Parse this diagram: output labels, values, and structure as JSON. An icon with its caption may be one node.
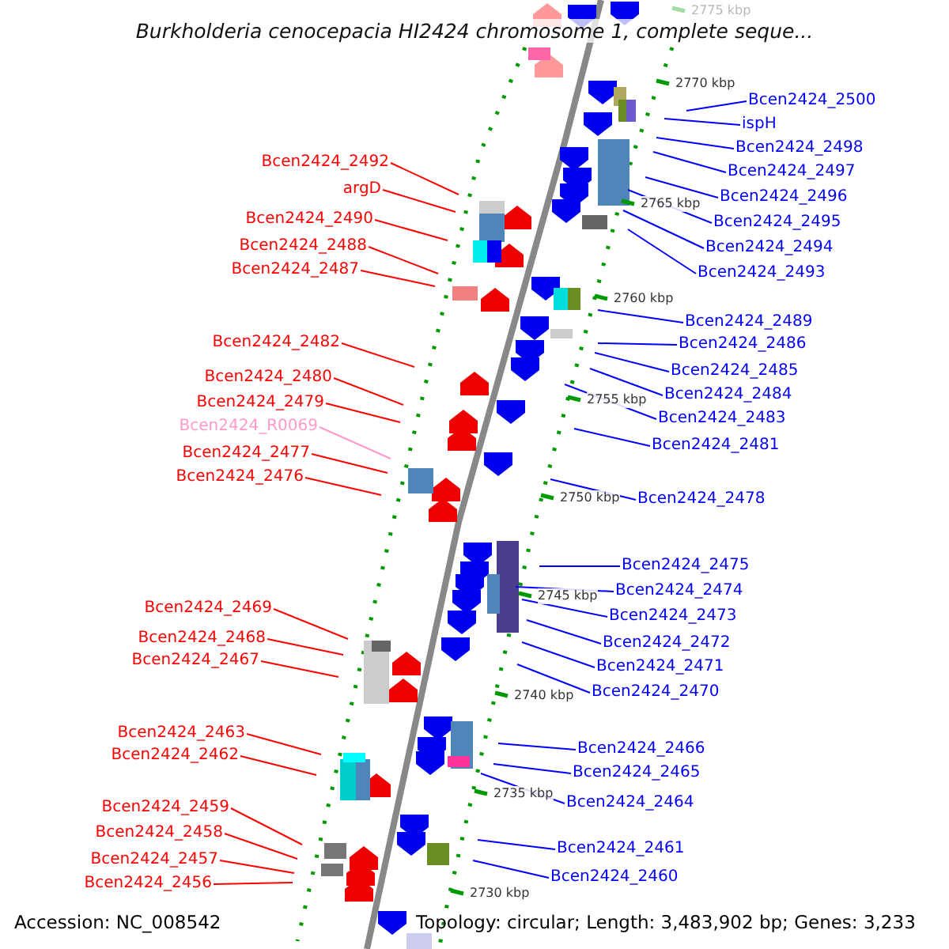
{
  "diagram": {
    "title": "Burkholderia cenocepacia HI2424 chromosome 1, complete seque...",
    "nodes": [
      {
        "text": [
          "Bcen2424_2492"
        ]
      },
      {
        "text": [
          "argD"
        ]
      },
      {
        "text": [
          "Bcen2424_2490"
        ]
      },
      {
        "text": [
          "Bcen2424_2488"
        ]
      },
      {
        "text": [
          "Bcen2424_2487"
        ]
      },
      {
        "text": [
          "Bcen2424_2482"
        ]
      },
      {
        "text": [
          "Bcen2424_2480"
        ]
      },
      {
        "text": [
          "Bcen2424_2479"
        ]
      },
      {
        "text": [
          "Bcen2424_R0069"
        ]
      },
      {
        "text": [
          "Bcen2424_2477"
        ]
      },
      {
        "text": [
          "Bcen2424_2476"
        ]
      },
      {
        "text": [
          "Bcen2424_2469"
        ]
      },
      {
        "text": [
          "Bcen2424_2468"
        ]
      },
      {
        "text": [
          "Bcen2424_2467"
        ]
      },
      {
        "text": [
          "Bcen2424_2463"
        ]
      },
      {
        "text": [
          "Bcen2424_2462"
        ]
      },
      {
        "text": [
          "Bcen2424_2459"
        ]
      },
      {
        "text": [
          "Bcen2424_2458"
        ]
      },
      {
        "text": [
          "Bcen2424_2457"
        ]
      },
      {
        "text": [
          "Bcen2424_2456"
        ]
      },
      {
        "text": [
          "Bcen2424_2500"
        ]
      },
      {
        "text": [
          "ispH"
        ]
      },
      {
        "text": [
          "Bcen2424_2498"
        ]
      },
      {
        "text": [
          "Bcen2424_2497"
        ]
      },
      {
        "text": [
          "Bcen2424_2496"
        ]
      },
      {
        "text": [
          "Bcen2424_2495"
        ]
      },
      {
        "text": [
          "Bcen2424_2494"
        ]
      },
      {
        "text": [
          "Bcen2424_2493"
        ]
      },
      {
        "text": [
          "Bcen2424_2489"
        ]
      },
      {
        "text": [
          "Bcen2424_2486"
        ]
      },
      {
        "text": [
          "Bcen2424_2485"
        ]
      },
      {
        "text": [
          "Bcen2424_2484"
        ]
      },
      {
        "text": [
          "Bcen2424_2483"
        ]
      },
      {
        "text": [
          "Bcen2424_2481"
        ]
      },
      {
        "text": [
          "Bcen2424_2478"
        ]
      },
      {
        "text": [
          "Bcen2424_2475"
        ]
      },
      {
        "text": [
          "Bcen2424_2474"
        ]
      },
      {
        "text": [
          "Bcen2424_2473"
        ]
      },
      {
        "text": [
          "Bcen2424_2472"
        ]
      },
      {
        "text": [
          "Bcen2424_2471"
        ]
      },
      {
        "text": [
          "Bcen2424_2470"
        ]
      },
      {
        "text": [
          "Bcen2424_2466"
        ]
      },
      {
        "text": [
          "Bcen2424_2465"
        ]
      },
      {
        "text": [
          "Bcen2424_2464"
        ]
      },
      {
        "text": [
          "Bcen2424_2461"
        ]
      },
      {
        "text": [
          "Bcen2424_2460"
        ]
      }
    ],
    "edges": [
      {
        "from": 0,
        "to": null,
        "arrow": "none",
        "color": "#ff0000"
      },
      {
        "from": 1,
        "to": null,
        "arrow": "none",
        "color": "#ff0000"
      },
      {
        "from": 2,
        "to": null,
        "arrow": "none",
        "color": "#ff0000"
      },
      {
        "from": 3,
        "to": null,
        "arrow": "none",
        "color": "#ff0000"
      },
      {
        "from": 4,
        "to": null,
        "arrow": "none",
        "color": "#ff0000"
      },
      {
        "from": 5,
        "to": null,
        "arrow": "none",
        "color": "#ff0000"
      },
      {
        "from": 6,
        "to": null,
        "arrow": "none",
        "color": "#ff0000"
      },
      {
        "from": 7,
        "to": null,
        "arrow": "none",
        "color": "#ff0000"
      },
      {
        "from": 8,
        "to": null,
        "arrow": "none",
        "color": "#ff99cc"
      },
      {
        "from": 9,
        "to": null,
        "arrow": "none",
        "color": "#ff0000"
      },
      {
        "from": 10,
        "to": null,
        "arrow": "none",
        "color": "#ff0000"
      },
      {
        "from": 11,
        "to": null,
        "arrow": "none",
        "color": "#ff0000"
      },
      {
        "from": 12,
        "to": null,
        "arrow": "none",
        "color": "#ff0000"
      },
      {
        "from": 13,
        "to": null,
        "arrow": "none",
        "color": "#ff0000"
      },
      {
        "from": 14,
        "to": null,
        "arrow": "none",
        "color": "#ff0000"
      },
      {
        "from": 15,
        "to": null,
        "arrow": "none",
        "color": "#ff0000"
      },
      {
        "from": 16,
        "to": null,
        "arrow": "none",
        "color": "#ff0000"
      },
      {
        "from": 17,
        "to": null,
        "arrow": "none",
        "color": "#ff0000"
      },
      {
        "from": 18,
        "to": null,
        "arrow": "none",
        "color": "#ff0000"
      },
      {
        "from": 19,
        "to": null,
        "arrow": "none",
        "color": "#ff0000"
      },
      {
        "from": 20,
        "to": null,
        "arrow": "none"
      },
      {
        "from": 21,
        "to": null,
        "arrow": "none"
      },
      {
        "from": 22,
        "to": null,
        "arrow": "none"
      },
      {
        "from": 23,
        "to": null,
        "arrow": "none"
      },
      {
        "from": 24,
        "to": null,
        "arrow": "none"
      },
      {
        "from": 25,
        "to": null,
        "arrow": "none"
      },
      {
        "from": 26,
        "to": null,
        "arrow": "none"
      },
      {
        "from": 27,
        "to": null,
        "arrow": "none"
      },
      {
        "from": 28,
        "to": null,
        "arrow": "none"
      },
      {
        "from": 29,
        "to": null,
        "arrow": "none"
      },
      {
        "from": 30,
        "to": null,
        "arrow": "none"
      },
      {
        "from": 31,
        "to": null,
        "arrow": "none"
      },
      {
        "from": 32,
        "to": null,
        "arrow": "none"
      },
      {
        "from": 33,
        "to": null,
        "arrow": "none"
      },
      {
        "from": 34,
        "to": null,
        "arrow": "none"
      },
      {
        "from": 35,
        "to": null,
        "arrow": "none"
      },
      {
        "from": 36,
        "to": null,
        "arrow": "none"
      },
      {
        "from": 37,
        "to": null,
        "arrow": "none"
      },
      {
        "from": 38,
        "to": null,
        "arrow": "none"
      },
      {
        "from": 39,
        "to": null,
        "arrow": "none"
      },
      {
        "from": 40,
        "to": null,
        "arrow": "none"
      },
      {
        "from": 41,
        "to": null,
        "arrow": "none"
      },
      {
        "from": 42,
        "to": null,
        "arrow": "none"
      },
      {
        "from": 43,
        "to": null,
        "arrow": "none"
      },
      {
        "from": 44,
        "to": null,
        "arrow": "none"
      },
      {
        "from": 45,
        "to": null,
        "arrow": "none"
      }
    ],
    "labels": [
      "2775 kbp",
      "2770 kbp",
      "2765 kbp",
      "2760 kbp",
      "2755 kbp",
      "2750 kbp",
      "2745 kbp",
      "2740 kbp",
      "2735 kbp",
      "2730 kbp",
      "Accession: NC_008542",
      "Topology: circular; Length: 3,483,902 bp; Genes: 3,233"
    ]
  }
}
